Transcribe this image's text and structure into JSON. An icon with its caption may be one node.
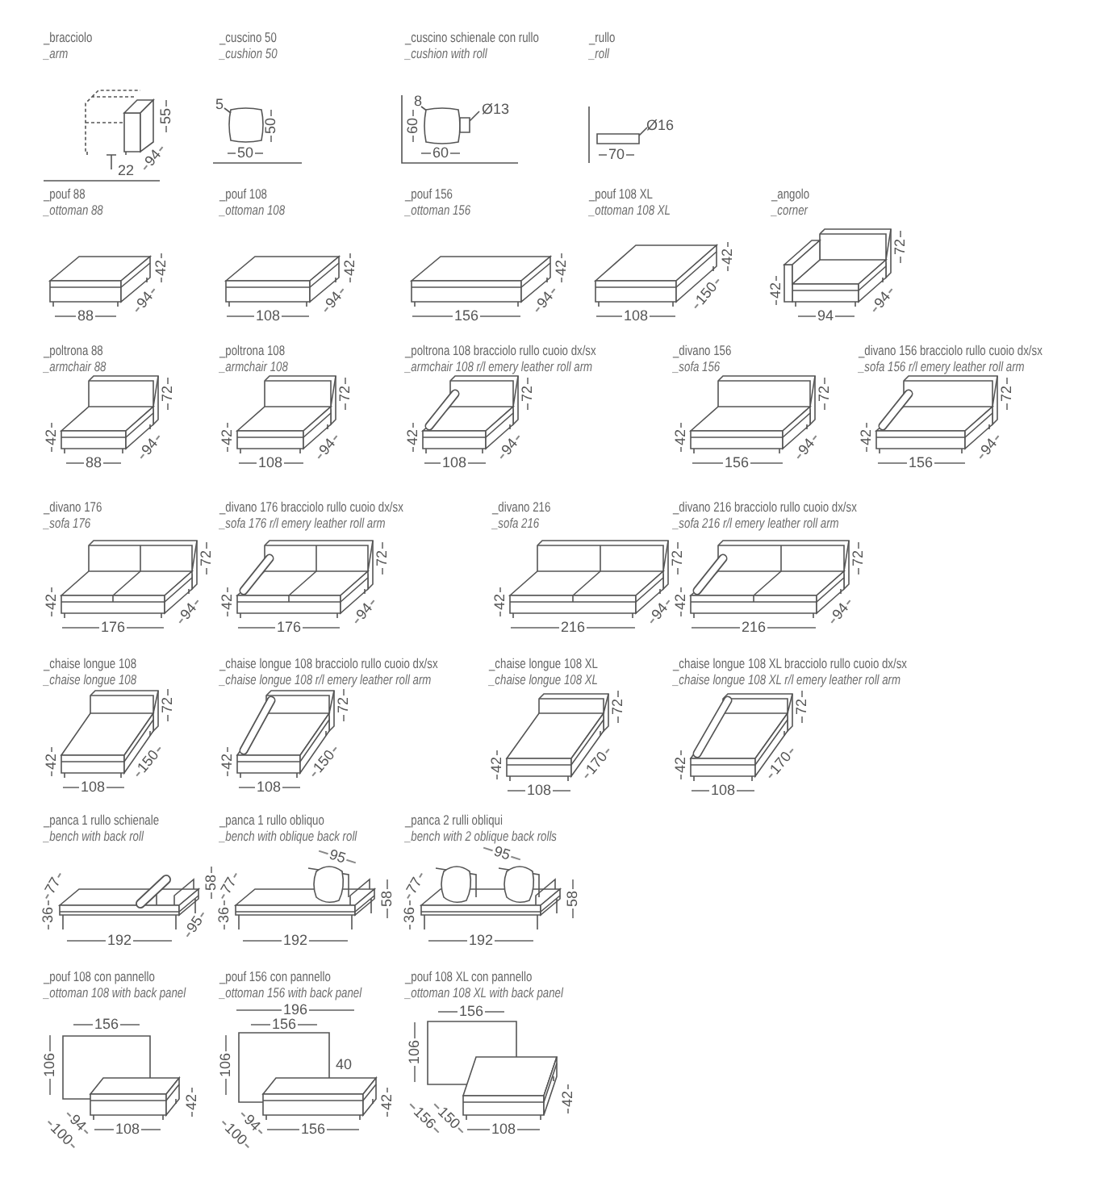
{
  "diagram": {
    "labels": [
      "_bracciolo",
      "_arm",
      "55",
      "94",
      "22",
      "_cuscino 50",
      "_cushion 50",
      "5",
      "50",
      "50",
      "_cuscino schienale con rullo",
      "_cushion with roll",
      "8",
      "Ø13",
      "60",
      "60",
      "_rullo",
      "_roll",
      "Ø16",
      "70",
      "_pouf 88",
      "_ottoman 88",
      "88",
      "94",
      "42",
      "_pouf 108",
      "_ottoman 108",
      "108",
      "94",
      "42",
      "_pouf 156",
      "_ottoman 156",
      "156",
      "94",
      "42",
      "_pouf 108 XL",
      "_ottoman 108 XL",
      "108",
      "150",
      "42",
      "_angolo",
      "_corner",
      "42",
      "94",
      "94",
      "72",
      "_poltrona 88",
      "_armchair 88",
      "42",
      "88",
      "94",
      "72",
      "_poltrona 108",
      "_armchair 108",
      "42",
      "108",
      "94",
      "72",
      "_poltrona 108 bracciolo rullo cuoio dx/sx",
      "_armchair 108 r/l emery leather roll arm",
      "42",
      "108",
      "94",
      "72",
      "_divano 156",
      "_sofa 156",
      "42",
      "156",
      "94",
      "72",
      "_divano 156 bracciolo rullo cuoio dx/sx",
      "_sofa 156 r/l emery leather roll arm",
      "42",
      "156",
      "94",
      "72",
      "_divano 176",
      "_sofa 176",
      "42",
      "176",
      "94",
      "72",
      "_divano 176 bracciolo rullo cuoio dx/sx",
      "_sofa 176 r/l emery leather roll arm",
      "42",
      "176",
      "94",
      "72",
      "_divano 216",
      "_sofa 216",
      "42",
      "216",
      "94",
      "72",
      "_divano 216 bracciolo rullo cuoio dx/sx",
      "_sofa 216 r/l emery leather roll arm",
      "42",
      "216",
      "94",
      "72",
      "_chaise longue 108",
      "_chaise longue 108",
      "42",
      "108",
      "150",
      "72",
      "_chaise longue 108 bracciolo rullo cuoio dx/sx",
      "_chaise longue 108 r/l emery leather roll arm",
      "42",
      "108",
      "150",
      "72",
      "_chaise longue 108 XL",
      "_chaise longue 108 XL",
      "42",
      "108",
      "170",
      "72",
      "_chaise longue 108 XL bracciolo rullo cuoio dx/sx",
      "_chaise longue 108 XL r/l emery leather roll arm",
      "42",
      "108",
      "170",
      "72",
      "_panca 1 rullo schienale",
      "_bench with back roll",
      "77",
      "36",
      "192",
      "95",
      "58",
      "_panca 1 rullo obliquo",
      "_bench with oblique back roll",
      "95",
      "77",
      "36",
      "192",
      "58",
      "_panca 2 rulli obliqui",
      "_bench with 2 oblique back rolls",
      "95",
      "77",
      "36",
      "192",
      "58",
      "_pouf 108 con pannello",
      "_ottoman 108 with back panel",
      "156",
      "106",
      "94",
      "100",
      "108",
      "42",
      "_pouf 156 con pannello",
      "_ottoman 156 with back panel",
      "196",
      "156",
      "106",
      "40",
      "94",
      "100",
      "156",
      "42",
      "_pouf 108 XL con pannello",
      "_ottoman 108 XL with back panel",
      "156",
      "106",
      "156",
      "150",
      "108",
      "42"
    ]
  }
}
